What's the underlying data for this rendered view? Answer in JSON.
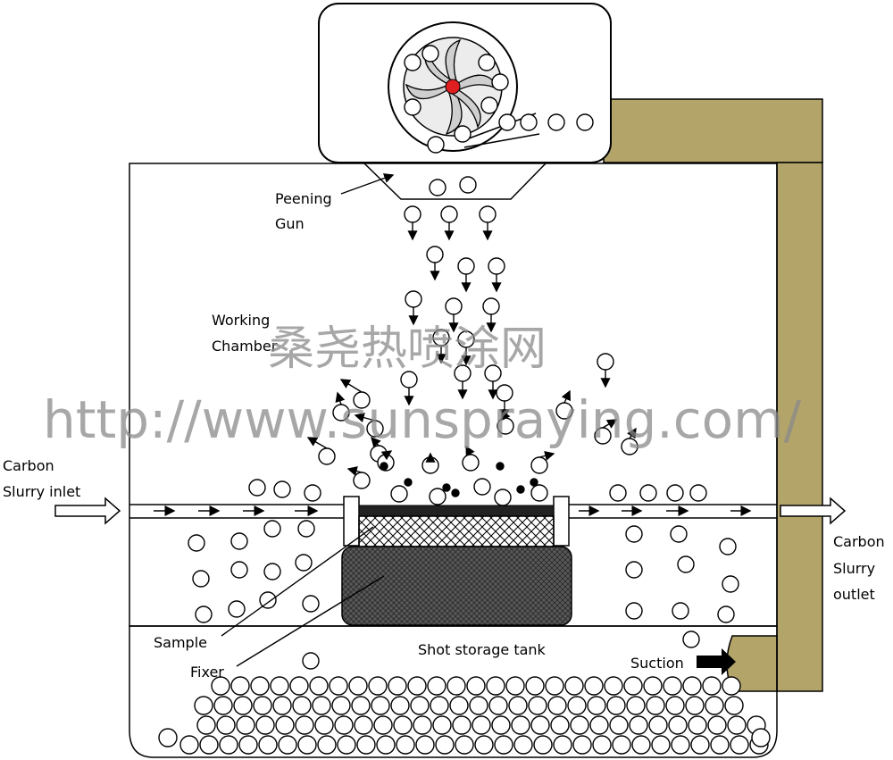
{
  "labels": {
    "peening_gun_line1": "Peening",
    "peening_gun_line2": "Gun",
    "working_chamber_line1": "Working",
    "working_chamber_line2": "Chamber",
    "inlet_line1": "Carbon",
    "inlet_line2": "Slurry inlet",
    "outlet_line1": "Carbon",
    "outlet_line2": "Slurry",
    "outlet_line3": "outlet",
    "sample": "Sample",
    "fixer": "Fixer",
    "shot_storage_tank": "Shot storage tank",
    "suction": "Suction"
  },
  "watermark": {
    "chinese": "桑尧热喷涂网",
    "url": "http://www.sunspraying.com/"
  },
  "colors": {
    "pipe": "#b3a46a",
    "line": "#000000",
    "sample": "#555555",
    "watermark": "#8a8a8a",
    "impeller_center": "#e02020"
  }
}
